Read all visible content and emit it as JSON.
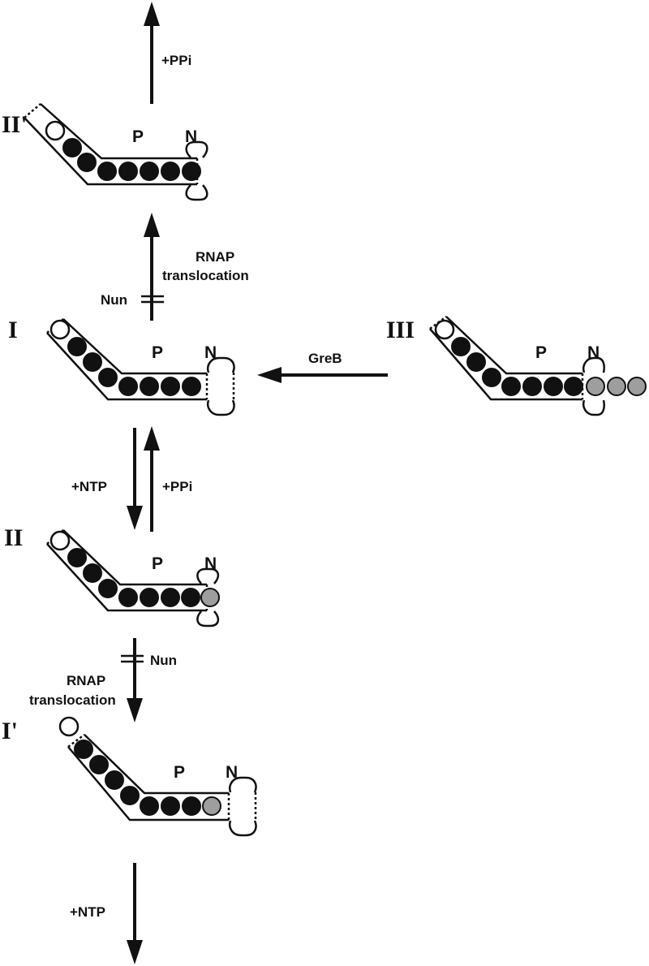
{
  "colors": {
    "stroke": "#111111",
    "nucleotide_filled": "#111111",
    "nucleotide_new": "#9e9e9e",
    "nucleotide_open": "#ffffff"
  },
  "states": [
    {
      "id": "II_prime",
      "label": "II'",
      "site_p": "P",
      "site_n": "N",
      "nucleotides": [
        "open",
        "filled",
        "filled",
        "filled",
        "filled",
        "filled",
        "filled",
        "filled"
      ]
    },
    {
      "id": "I",
      "label": "I",
      "site_p": "P",
      "site_n": "N",
      "nucleotides": [
        "open",
        "filled",
        "filled",
        "filled",
        "filled",
        "filled",
        "filled",
        "filled"
      ]
    },
    {
      "id": "III",
      "label": "III",
      "site_p": "P",
      "site_n": "N",
      "nucleotides": [
        "open",
        "filled",
        "filled",
        "filled",
        "filled",
        "filled",
        "filled",
        "filled",
        "gray",
        "gray",
        "gray"
      ]
    },
    {
      "id": "II",
      "label": "II",
      "site_p": "P",
      "site_n": "N",
      "nucleotides": [
        "open",
        "filled",
        "filled",
        "filled",
        "filled",
        "filled",
        "filled",
        "filled",
        "gray"
      ]
    },
    {
      "id": "I_prime",
      "label": "I'",
      "site_p": "P",
      "site_n": "N",
      "nucleotides": [
        "open",
        "filled",
        "filled",
        "filled",
        "filled",
        "filled",
        "filled",
        "filled",
        "gray"
      ]
    }
  ],
  "transitions": {
    "top_ppi": "+PPi",
    "translocation_up_line1": "RNAP",
    "translocation_up_line2": "translocation",
    "nun_up": "Nun",
    "greb": "GreB",
    "ntp_down": "+NTP",
    "ppi_up": "+PPi",
    "nun_down": "Nun",
    "translocation_down_line1": "RNAP",
    "translocation_down_line2": "translocation",
    "bottom_ntp": "+NTP"
  }
}
